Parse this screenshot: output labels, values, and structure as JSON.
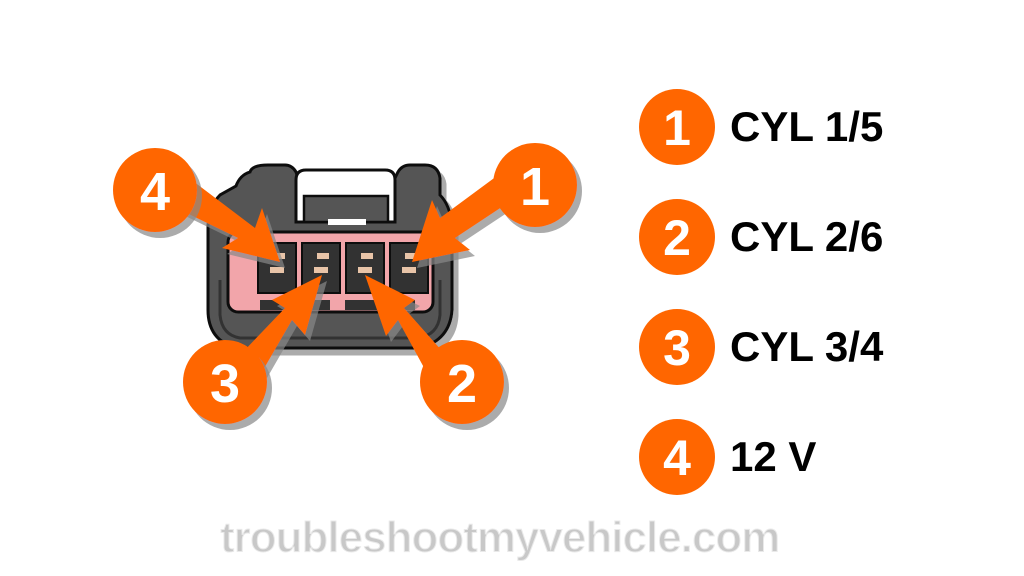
{
  "colors": {
    "accent": "#ff6600",
    "connector_body": "#555555",
    "connector_outline": "#222222",
    "connector_insert": "#f2a5aa",
    "terminal": "#e8c4a8"
  },
  "pin_badges": [
    {
      "label": "4",
      "points_to_cavity": 1
    },
    {
      "label": "1",
      "points_to_cavity": 4
    },
    {
      "label": "3",
      "points_to_cavity": 2
    },
    {
      "label": "2",
      "points_to_cavity": 3
    }
  ],
  "legend": [
    {
      "number": "1",
      "text": "CYL 1/5"
    },
    {
      "number": "2",
      "text": "CYL 2/6"
    },
    {
      "number": "3",
      "text": "CYL 3/4"
    },
    {
      "number": "4",
      "text": "12 V"
    }
  ],
  "watermark": "troubleshootmyvehicle.com"
}
